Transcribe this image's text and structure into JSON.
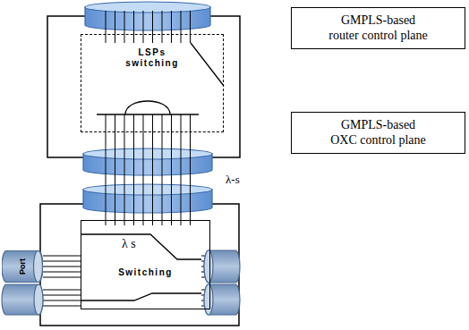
{
  "diagram": {
    "nodes": [
      {
        "text": [
          "GMPLS-based router control plane"
        ]
      },
      {
        "text": [
          "LSPs switching"
        ]
      },
      {
        "text": [
          "GMPLS-based OXC control plane"
        ]
      },
      {
        "text": [
          "λ s",
          "Switching"
        ]
      },
      {
        "text": [
          "Port"
        ]
      }
    ],
    "labels": [
      "λ-s"
    ]
  }
}
